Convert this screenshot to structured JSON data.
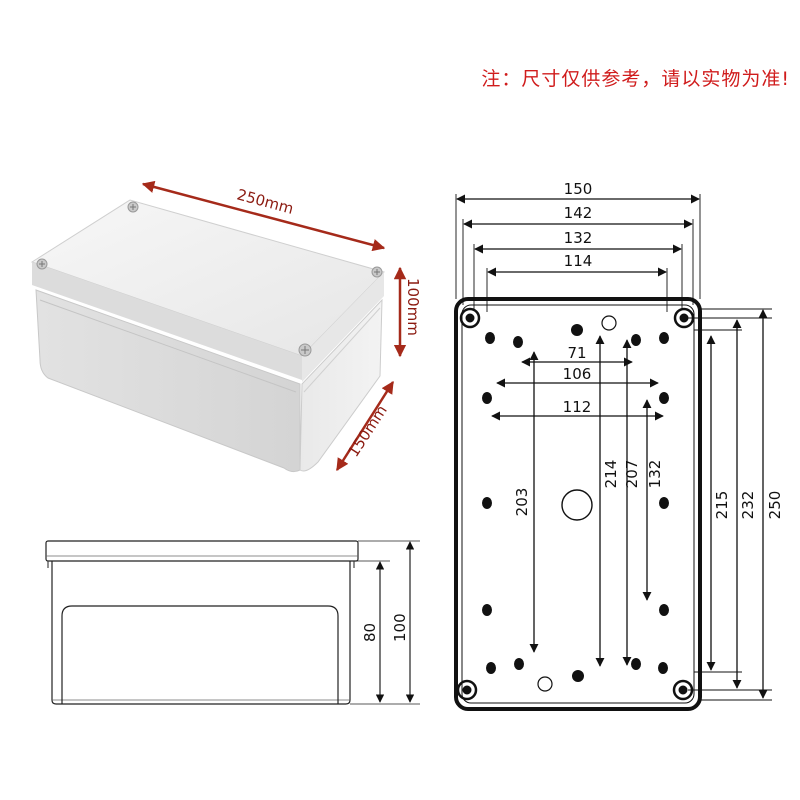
{
  "note": "注：尺寸仅供参考，请以实物为准!",
  "photo": {
    "length_label": "250mm",
    "height_label": "100mm",
    "width_label": "150mm",
    "arrow_color": "#c0392b",
    "box_color": "#eeeeee"
  },
  "side_view": {
    "inner_height": "80",
    "outer_height": "100"
  },
  "top_view": {
    "width_150": "150",
    "width_142": "142",
    "width_132": "132",
    "width_114": "114",
    "hole_71": "71",
    "hole_106": "106",
    "hole_112": "112",
    "h_203": "203",
    "h_214": "214",
    "h_207": "207",
    "h_132": "132",
    "h_215": "215",
    "h_232": "232",
    "h_250": "250"
  }
}
